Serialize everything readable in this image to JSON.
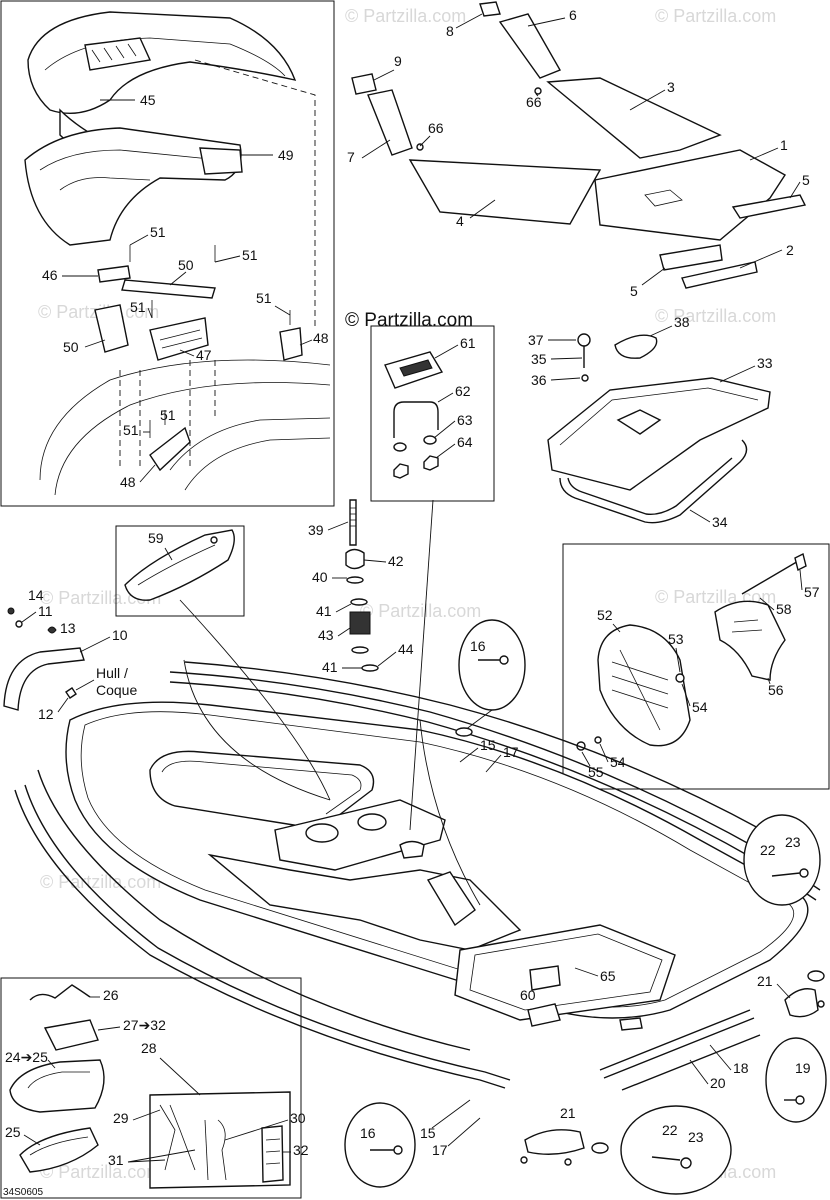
{
  "watermark": "© Partzilla.com",
  "brand": "© Partzilla.com",
  "figure_code": "34S0605",
  "hull_label": [
    "Hull /",
    "Coque"
  ],
  "callouts": [
    {
      "id": "c1",
      "text": "1"
    },
    {
      "id": "c2",
      "text": "2"
    },
    {
      "id": "c3",
      "text": "3"
    },
    {
      "id": "c4",
      "text": "4"
    },
    {
      "id": "c5a",
      "text": "5"
    },
    {
      "id": "c5b",
      "text": "5"
    },
    {
      "id": "c6",
      "text": "6"
    },
    {
      "id": "c7",
      "text": "7"
    },
    {
      "id": "c8",
      "text": "8"
    },
    {
      "id": "c9",
      "text": "9"
    },
    {
      "id": "c10",
      "text": "10"
    },
    {
      "id": "c11",
      "text": "11"
    },
    {
      "id": "c12",
      "text": "12"
    },
    {
      "id": "c13",
      "text": "13"
    },
    {
      "id": "c14",
      "text": "14"
    },
    {
      "id": "c15a",
      "text": "15"
    },
    {
      "id": "c15b",
      "text": "15"
    },
    {
      "id": "c16a",
      "text": "16"
    },
    {
      "id": "c16b",
      "text": "16"
    },
    {
      "id": "c17a",
      "text": "17"
    },
    {
      "id": "c17b",
      "text": "17"
    },
    {
      "id": "c18",
      "text": "18"
    },
    {
      "id": "c19",
      "text": "19"
    },
    {
      "id": "c20",
      "text": "20"
    },
    {
      "id": "c21a",
      "text": "21"
    },
    {
      "id": "c21b",
      "text": "21"
    },
    {
      "id": "c22a",
      "text": "22"
    },
    {
      "id": "c22b",
      "text": "22"
    },
    {
      "id": "c23a",
      "text": "23"
    },
    {
      "id": "c23b",
      "text": "23"
    },
    {
      "id": "c24",
      "text": "24➔25"
    },
    {
      "id": "c25",
      "text": "25"
    },
    {
      "id": "c26",
      "text": "26"
    },
    {
      "id": "c27",
      "text": "27➔32"
    },
    {
      "id": "c28",
      "text": "28"
    },
    {
      "id": "c29",
      "text": "29"
    },
    {
      "id": "c30",
      "text": "30"
    },
    {
      "id": "c31",
      "text": "31"
    },
    {
      "id": "c32",
      "text": "32"
    },
    {
      "id": "c33",
      "text": "33"
    },
    {
      "id": "c34",
      "text": "34"
    },
    {
      "id": "c35",
      "text": "35"
    },
    {
      "id": "c36",
      "text": "36"
    },
    {
      "id": "c37",
      "text": "37"
    },
    {
      "id": "c38",
      "text": "38"
    },
    {
      "id": "c39",
      "text": "39"
    },
    {
      "id": "c40",
      "text": "40"
    },
    {
      "id": "c41a",
      "text": "41"
    },
    {
      "id": "c41b",
      "text": "41"
    },
    {
      "id": "c42",
      "text": "42"
    },
    {
      "id": "c43",
      "text": "43"
    },
    {
      "id": "c44",
      "text": "44"
    },
    {
      "id": "c45",
      "text": "45"
    },
    {
      "id": "c46",
      "text": "46"
    },
    {
      "id": "c47",
      "text": "47"
    },
    {
      "id": "c48a",
      "text": "48"
    },
    {
      "id": "c48b",
      "text": "48"
    },
    {
      "id": "c49",
      "text": "49"
    },
    {
      "id": "c50a",
      "text": "50"
    },
    {
      "id": "c50b",
      "text": "50"
    },
    {
      "id": "c51a",
      "text": "51"
    },
    {
      "id": "c51b",
      "text": "51"
    },
    {
      "id": "c51c",
      "text": "51"
    },
    {
      "id": "c51d",
      "text": "51"
    },
    {
      "id": "c51e",
      "text": "51"
    },
    {
      "id": "c51f",
      "text": "51"
    },
    {
      "id": "c52",
      "text": "52"
    },
    {
      "id": "c53",
      "text": "53"
    },
    {
      "id": "c54a",
      "text": "54"
    },
    {
      "id": "c54b",
      "text": "54"
    },
    {
      "id": "c55",
      "text": "55"
    },
    {
      "id": "c56",
      "text": "56"
    },
    {
      "id": "c57",
      "text": "57"
    },
    {
      "id": "c58",
      "text": "58"
    },
    {
      "id": "c59",
      "text": "59"
    },
    {
      "id": "c60",
      "text": "60"
    },
    {
      "id": "c61",
      "text": "61"
    },
    {
      "id": "c62",
      "text": "62"
    },
    {
      "id": "c63",
      "text": "63"
    },
    {
      "id": "c64",
      "text": "64"
    },
    {
      "id": "c65",
      "text": "65"
    },
    {
      "id": "c66a",
      "text": "66"
    },
    {
      "id": "c66b",
      "text": "66"
    }
  ]
}
